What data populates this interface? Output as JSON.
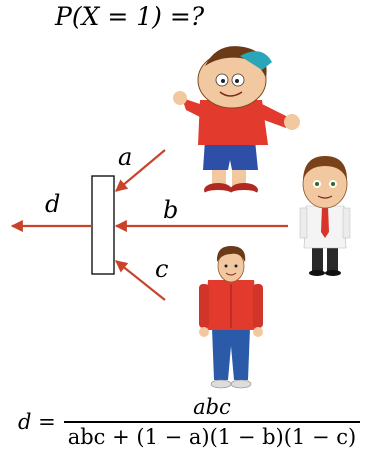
{
  "title": "P(X = 1) =?",
  "labels": {
    "a": "a",
    "b": "b",
    "c": "c",
    "d": "d"
  },
  "formula": {
    "lhs": "d =",
    "numerator": "abc",
    "denominator": "abc + (1 − a)(1 − b)(1 − c)"
  },
  "colors": {
    "arrow": "#c8432a",
    "shirt_red": "#e23a2c",
    "jeans_blue": "#2a5aa8",
    "cap_blue": "#2aa6b8"
  },
  "icons": [
    "cartoon-boy-pointing",
    "cartoon-businessman",
    "cartoon-man-red-hoodie"
  ]
}
